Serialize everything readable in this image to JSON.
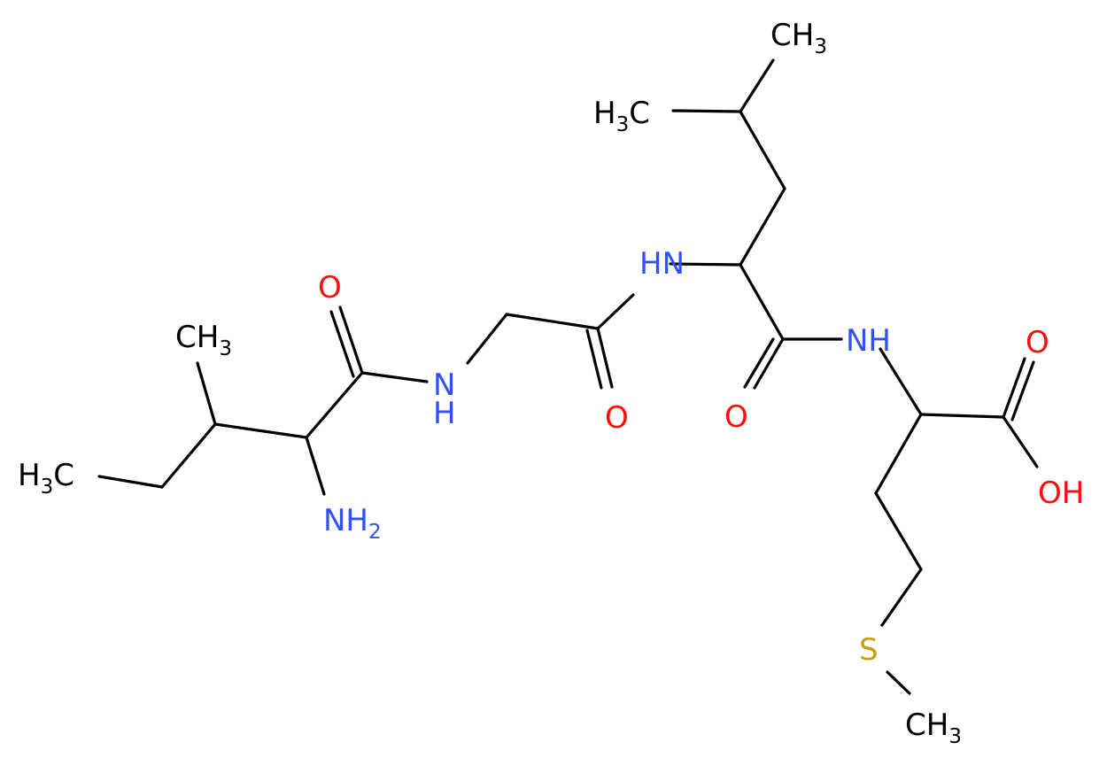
{
  "colors": {
    "bond": "#000000",
    "carbon": "#000000",
    "nitrogen": "#3050F8",
    "oxygen": "#FF0D0D",
    "sulfur": "#C8A000"
  },
  "atoms": [
    {
      "id": "me_ethyl",
      "main": "H",
      "sub": "3",
      "tail": "C",
      "element": "carbon"
    },
    {
      "id": "me_branch",
      "main": "CH",
      "sub": "3",
      "tail": "",
      "element": "carbon"
    },
    {
      "id": "nh2",
      "main": "NH",
      "sub": "2",
      "tail": "",
      "element": "nitrogen"
    },
    {
      "id": "o1",
      "main": "O",
      "sub": "",
      "tail": "",
      "element": "oxygen"
    },
    {
      "id": "nh1",
      "main": "N",
      "sub": "",
      "tail": "",
      "element": "nitrogen"
    },
    {
      "id": "h_nh1",
      "main": "H",
      "sub": "",
      "tail": "",
      "element": "nitrogen"
    },
    {
      "id": "o2",
      "main": "O",
      "sub": "",
      "tail": "",
      "element": "oxygen"
    },
    {
      "id": "nh2b",
      "main": "HN",
      "sub": "",
      "tail": "",
      "element": "nitrogen"
    },
    {
      "id": "me_leu_top",
      "main": "CH",
      "sub": "3",
      "tail": "",
      "element": "carbon"
    },
    {
      "id": "me_leu_left",
      "main": "H",
      "sub": "3",
      "tail": "C",
      "element": "carbon"
    },
    {
      "id": "o3",
      "main": "O",
      "sub": "",
      "tail": "",
      "element": "oxygen"
    },
    {
      "id": "nh3",
      "main": "NH",
      "sub": "",
      "tail": "",
      "element": "nitrogen"
    },
    {
      "id": "o4",
      "main": "O",
      "sub": "",
      "tail": "",
      "element": "oxygen"
    },
    {
      "id": "oh",
      "main": "OH",
      "sub": "",
      "tail": "",
      "element": "oxygen"
    },
    {
      "id": "s",
      "main": "S",
      "sub": "",
      "tail": "",
      "element": "sulfur"
    },
    {
      "id": "me_s",
      "main": "CH",
      "sub": "3",
      "tail": "",
      "element": "carbon"
    }
  ]
}
